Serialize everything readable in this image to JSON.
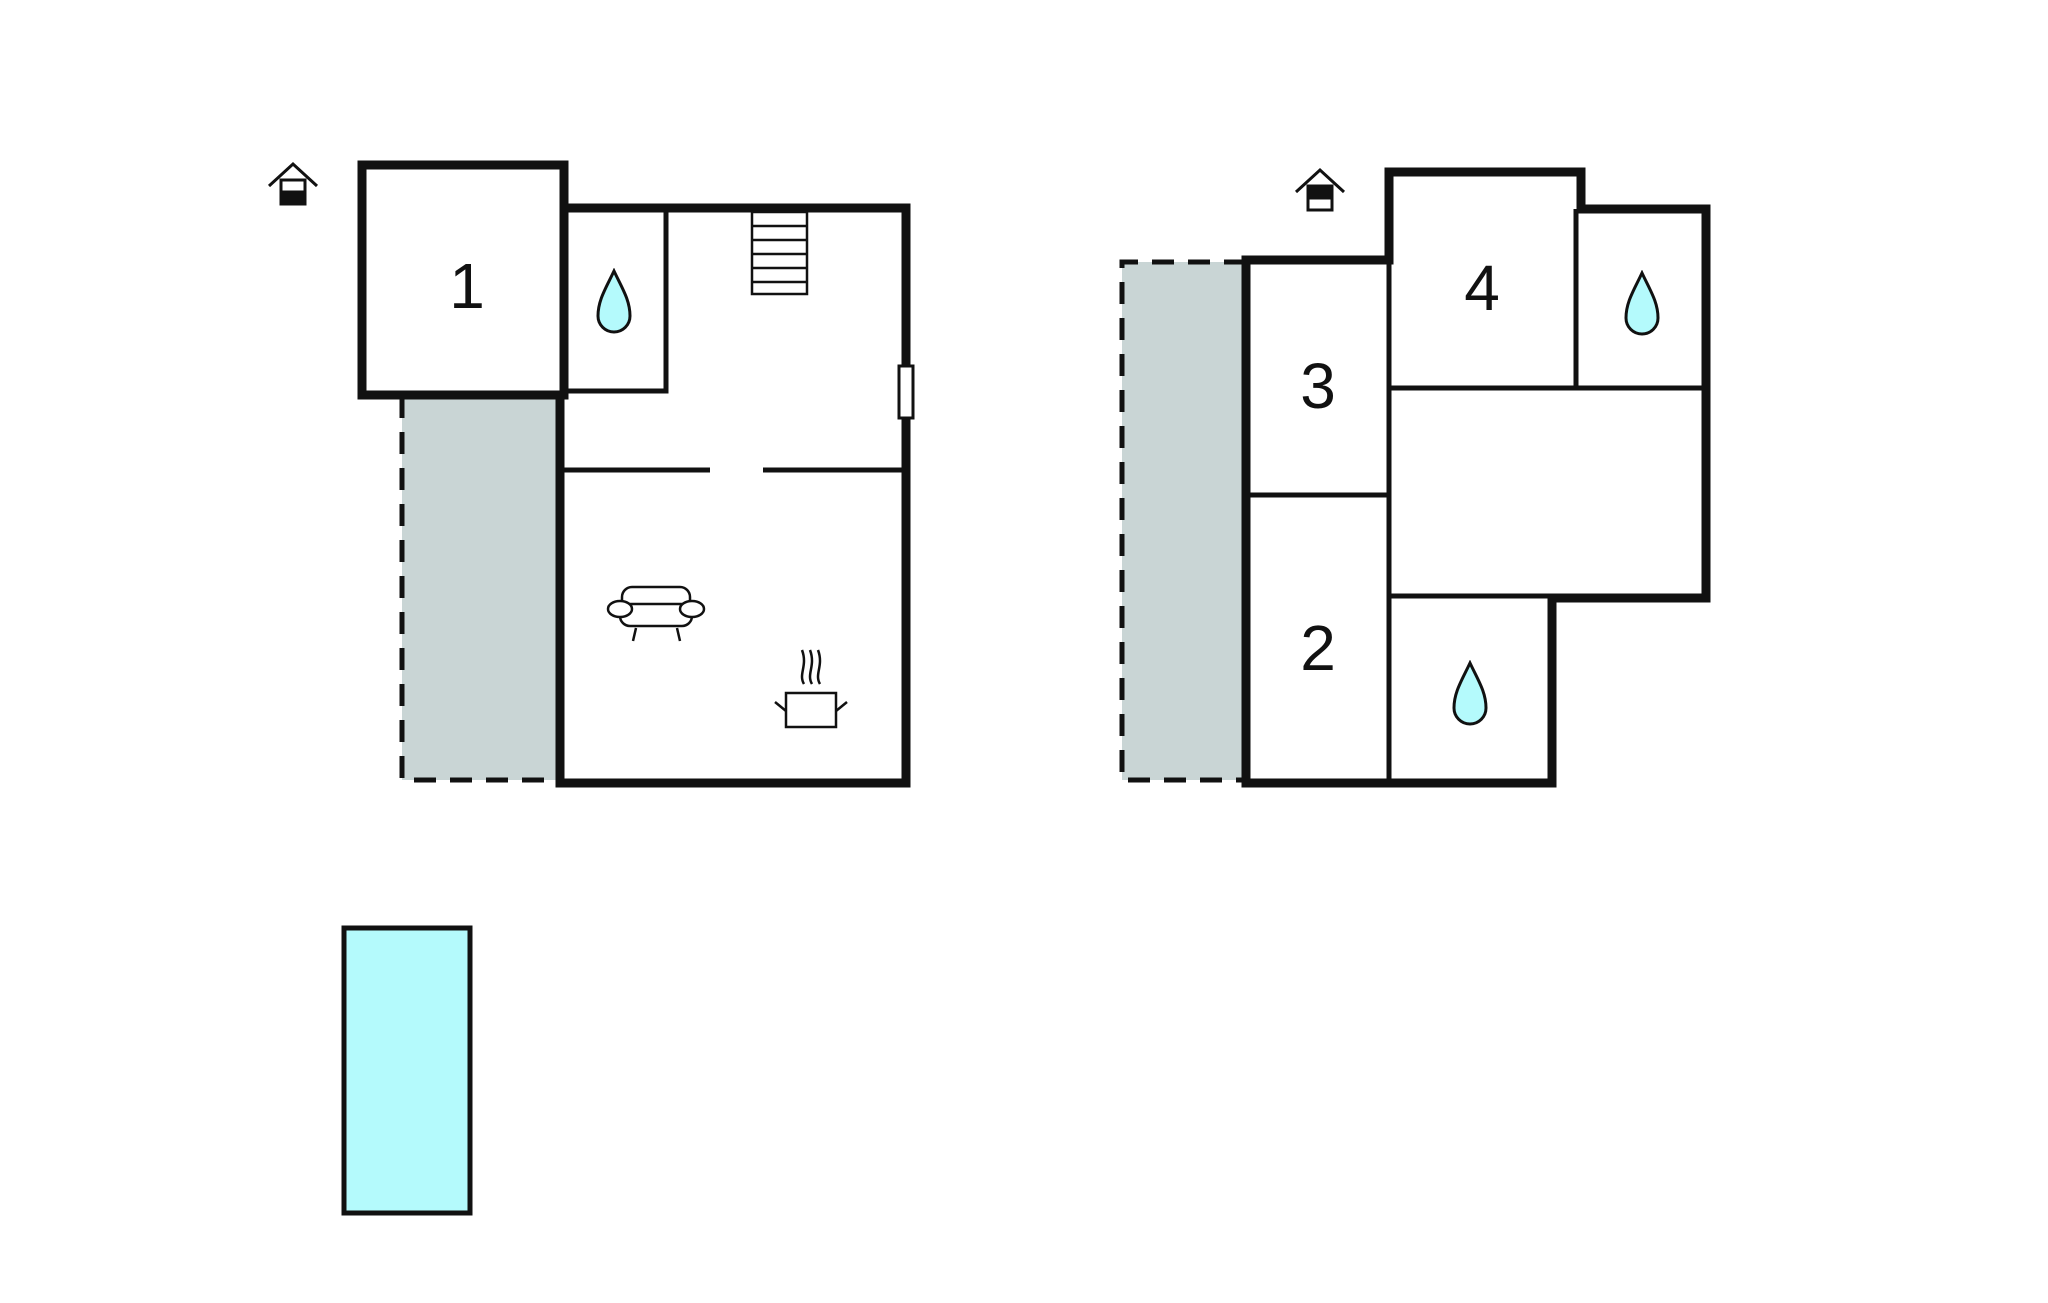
{
  "colors": {
    "wall": "#111111",
    "terrace": "#c9d5d5",
    "water": "#b4fafc",
    "background": "#ffffff"
  },
  "ground_floor": {
    "floor_icon": "house-ground-floor-icon",
    "rooms": [
      {
        "label": "1",
        "kind": "bedroom"
      },
      {
        "label": "",
        "kind": "bathroom",
        "icon": "water-drop-icon"
      },
      {
        "label": "",
        "kind": "stairs",
        "icon": "staircase-icon"
      },
      {
        "label": "",
        "kind": "living-room",
        "icon": "sofa-icon"
      },
      {
        "label": "",
        "kind": "kitchen",
        "icon": "cooking-pot-icon"
      },
      {
        "label": "",
        "kind": "fireplace",
        "icon": "stove-icon"
      }
    ],
    "terrace": {
      "kind": "terrace"
    }
  },
  "upper_floor": {
    "floor_icon": "house-upper-floor-icon",
    "rooms": [
      {
        "label": "3",
        "kind": "bedroom"
      },
      {
        "label": "2",
        "kind": "bedroom"
      },
      {
        "label": "4",
        "kind": "bedroom"
      },
      {
        "label": "",
        "kind": "bathroom",
        "icon": "water-drop-icon"
      },
      {
        "label": "",
        "kind": "bathroom",
        "icon": "water-drop-icon"
      },
      {
        "label": "",
        "kind": "hall"
      }
    ],
    "terrace": {
      "kind": "balcony"
    }
  },
  "pool": {
    "kind": "swimming-pool"
  }
}
